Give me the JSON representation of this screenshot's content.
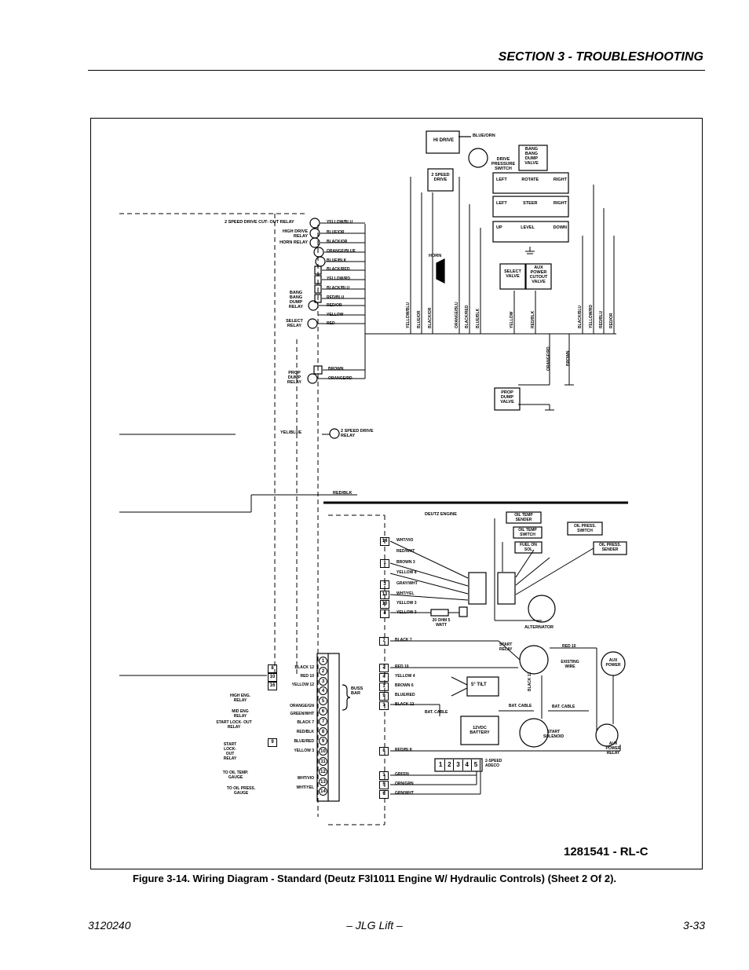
{
  "header": {
    "section": "SECTION 3 - TROUBLESHOOTING"
  },
  "figure": {
    "drawing_number": "1281541 - RL-C",
    "caption": "Figure 3-14.  Wiring Diagram - Standard (Deutz F3l1011 Engine W/ Hydraulic Controls) (Sheet 2 Of 2).",
    "components_top": {
      "hi_drive": "HI DRIVE",
      "two_speed_drive": "2 SPEED DRIVE",
      "drive_pressure_switch": "DRIVE PRESSURE SWITCH",
      "bang_dump_valve": "BANG BANG DUMP VALVE",
      "switch_rows": [
        [
          "LEFT",
          "ROTATE",
          "RIGHT"
        ],
        [
          "LEFT",
          "STEER",
          "RIGHT"
        ],
        [
          "UP",
          "LEVEL",
          "DOWN"
        ]
      ],
      "horn": "HORN",
      "select_valve": "SELECT VALVE",
      "aux_power_cutout": "AUX POWER CUTOUT VALVE",
      "prop_dump_valve": "PROP DUMP VALVE",
      "blue_orn": "BLUE/ORN"
    },
    "vertical_wires": [
      "YELLOW/BLU",
      "BLUE/OR",
      "BLACK/OR",
      "ORANGE/BLU",
      "BLACK/RED",
      "BLUE/BLK",
      "YELLOW",
      "RED/BLK",
      "BLACK/BLU",
      "YELLOW/RD",
      "RED/BLU",
      "RED/OR"
    ],
    "down_wires": [
      "ORANGE/RD",
      "BROWN"
    ],
    "relay_labels": [
      "2 SPEED DRIVE CUT- OUT RELAY",
      "HIGH DRIVE RELAY",
      "HORN RELAY",
      "BANG BANG DUMP RELAY",
      "SELECT RELAY",
      "PROP DUMP RELAY",
      "2 SPEED DRIVE RELAY"
    ],
    "upper_wires": [
      {
        "num": "87",
        "wire": "YELLOW/BLU"
      },
      {
        "num": "87",
        "wire": "BLUE/OR"
      },
      {
        "num": "87",
        "wire": "BLACK/OR"
      },
      {
        "num": "4",
        "wire": "ORANGE/BLUE"
      },
      {
        "num": "11",
        "wire": "BLUE/BLK"
      },
      {
        "num": "3",
        "wire": "BLACK/RED"
      },
      {
        "num": "1",
        "wire": "YELLOW/RD"
      },
      {
        "num": "12",
        "wire": "BLACK/BLU"
      },
      {
        "num": "5",
        "wire": "RED/BLU"
      },
      {
        "num": "87",
        "wire": "RED/OR"
      },
      {
        "num": "",
        "wire": "YELLOW"
      },
      {
        "num": "6",
        "wire": "RED"
      }
    ],
    "prop_wires": [
      {
        "num": "8",
        "wire": "BROWN"
      },
      {
        "num": "87",
        "wire": "ORANGE/RD"
      }
    ],
    "yel_blue": "YEL/BLUE",
    "red_blk": "RED/BLK",
    "engine": {
      "title": "DEUTZ ENGINE",
      "wires": [
        {
          "num": "14",
          "wire": "WHT/VIO"
        },
        {
          "num": "",
          "wire": "RED/WHT"
        },
        {
          "num": "1",
          "wire": "BROWN 3"
        },
        {
          "num": "",
          "wire": "YELLOW 8"
        },
        {
          "num": "3",
          "wire": "GRAY/WHT"
        },
        {
          "num": "13",
          "wire": "WHT/YEL"
        },
        {
          "num": "10",
          "wire": "YELLOW 3"
        },
        {
          "num": "4",
          "wire": "YELLOW 3"
        }
      ],
      "resistor": "20 OHM 5 WATT",
      "oil_temp_sender": "OIL TEMP SENDER",
      "oil_temp_switch": "OIL TEMP SWITCH",
      "fuel_on_sol": "FUEL ON SOL",
      "oil_press_switch": "OIL PRESS. SWITCH",
      "oil_press_sender": "OIL PRESS. SENDER",
      "alternator": "ALTERNATOR",
      "start_relay": "START RELAY",
      "existing_wire": "EXISTING WIRE",
      "aux_power": "AUX POWER",
      "aux_power_relay": "AUX POWER RELAY",
      "start_solenoid": "START SOLENOID",
      "battery": "12VDC BATTERY",
      "bat_cable": "BAT. CABLE",
      "tilt": "5° TILT",
      "adeco": "2-SPEED ADECO",
      "adeco_pins": [
        "1",
        "2",
        "3",
        "4",
        "5"
      ],
      "black_12": "BLACK 12",
      "red_10": "RED 10"
    },
    "bus_bar": {
      "label": "BUSS BAR",
      "terminals": [
        "1",
        "2",
        "3",
        "4",
        "5",
        "6",
        "7",
        "8",
        "9",
        "10",
        "11",
        "12",
        "13",
        "14"
      ],
      "left_labels": [
        {
          "num": "8",
          "wire": "BLACK 12"
        },
        {
          "num": "10",
          "wire": "RED 10"
        },
        {
          "num": "16",
          "wire": "YELLOW 12"
        },
        {
          "num": "",
          "wire": "ORANGE/GN"
        },
        {
          "num": "",
          "wire": "GREEN/WHT"
        },
        {
          "num": "",
          "wire": "BLACK 7"
        },
        {
          "num": "",
          "wire": "RED/BLK"
        },
        {
          "num": "9",
          "wire": "BLUE/RED"
        },
        {
          "num": "",
          "wire": "YELLOW 3"
        },
        {
          "num": "",
          "wire": "WHT/VIO"
        },
        {
          "num": "",
          "wire": "WHT/YEL"
        }
      ],
      "relays": [
        "HIGH ENG. RELAY",
        "MID ENG RELAY",
        "START LOCK- OUT RELAY",
        "START LOCK- OUT RELAY"
      ],
      "gauges": [
        "TO OIL TEMP. GAUGE",
        "TO OIL PRESS. GAUGE"
      ],
      "right_wires": [
        {
          "num": "7",
          "wire": "BLACK 7"
        },
        {
          "num": "2",
          "wire": "RED 10"
        },
        {
          "num": "4",
          "wire": "YELLOW 4"
        },
        {
          "num": "1",
          "wire": "BROWN 6"
        },
        {
          "num": "9",
          "wire": "BLUE/RED"
        },
        {
          "num": "1",
          "wire": "BLACK 12"
        },
        {
          "num": "8",
          "wire": "RED/BLK"
        },
        {
          "num": "1",
          "wire": "GREEN"
        },
        {
          "num": "5",
          "wire": "ORN/GRN"
        },
        {
          "num": "6",
          "wire": "GRN/WHT"
        }
      ]
    }
  },
  "footer": {
    "left": "3120240",
    "center": "– JLG Lift –",
    "right": "3-33"
  }
}
